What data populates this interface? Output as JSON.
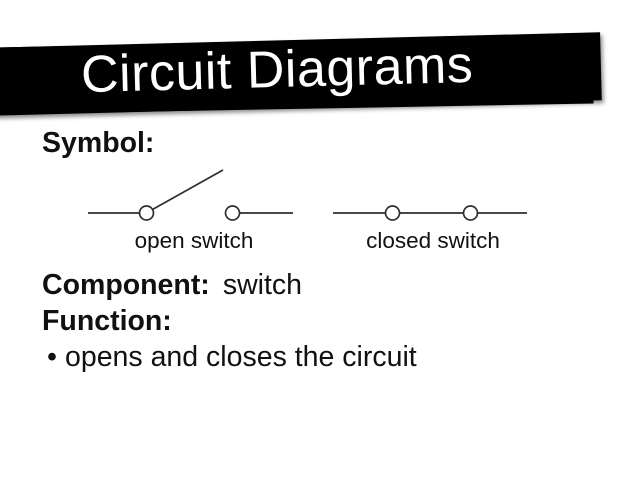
{
  "slide": {
    "title": "Circuit Diagrams",
    "symbol_section": {
      "heading": "Symbol:"
    },
    "diagram": {
      "open_switch": {
        "caption": "open switch"
      },
      "closed_switch": {
        "caption": "closed switch"
      }
    },
    "component_section": {
      "label": "Component:",
      "value": "switch"
    },
    "function_section": {
      "label": "Function:",
      "bullet": "•",
      "bullet_text": "opens and closes the circuit"
    },
    "colors": {
      "banner": "#000000",
      "title_text": "#ffffff",
      "body_text": "#111111",
      "diagram_stroke": "#2e2e2e",
      "background": "#ffffff"
    }
  }
}
